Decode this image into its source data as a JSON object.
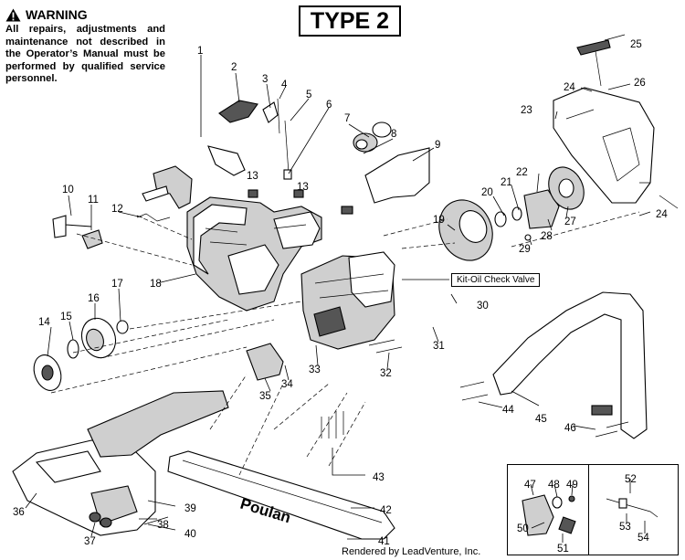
{
  "warning": {
    "heading": "WARNING",
    "text": "All repairs, adjustments and maintenance not described in the Operator’s Manual must be performed by qualified service personnel."
  },
  "type_label": "TYPE 2",
  "kit_label": "Kit-Oil Check Valve",
  "bar_brand": "Poulan",
  "footer": "Rendered by LeadVenture, Inc.",
  "callouts": [
    "1",
    "2",
    "3",
    "4",
    "5",
    "6",
    "7",
    "8",
    "9",
    "10",
    "11",
    "12",
    "13",
    "13",
    "14",
    "15",
    "16",
    "17",
    "18",
    "19",
    "20",
    "21",
    "22",
    "23",
    "24",
    "24",
    "25",
    "26",
    "27",
    "28",
    "29",
    "30",
    "31",
    "32",
    "33",
    "34",
    "35",
    "36",
    "37",
    "38",
    "39",
    "40",
    "41",
    "42",
    "43",
    "44",
    "45",
    "46",
    "47",
    "48",
    "49",
    "50",
    "51",
    "52",
    "53",
    "54"
  ]
}
